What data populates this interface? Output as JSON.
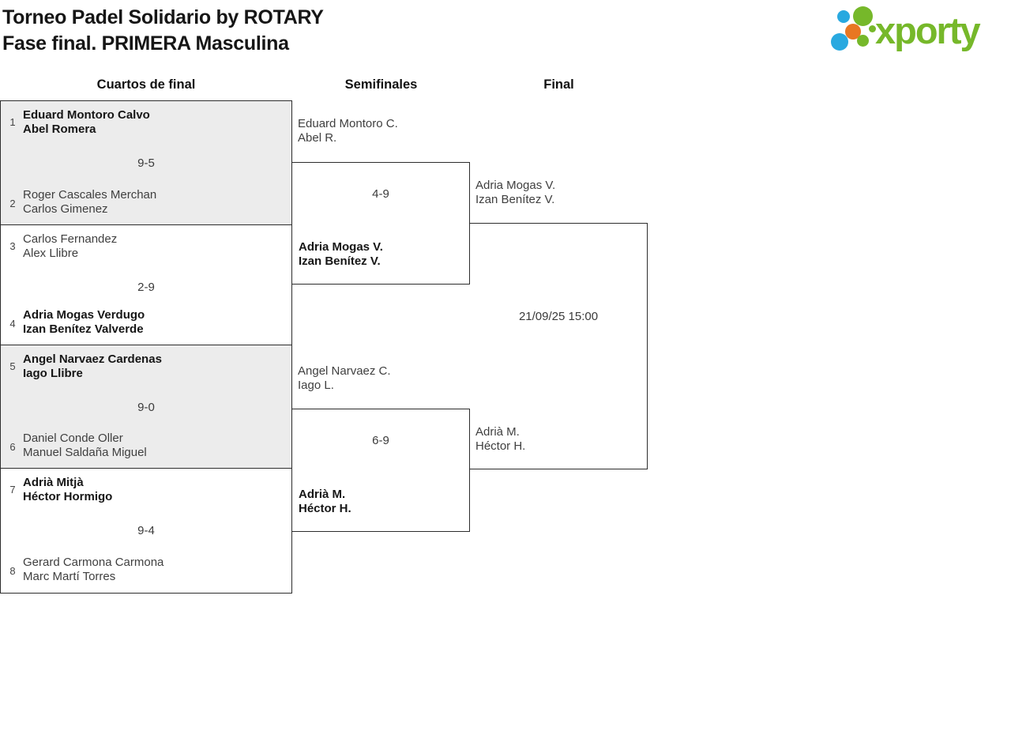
{
  "header": {
    "title_line1": "Torneo Padel Solidario by ROTARY",
    "title_line2": "Fase final. PRIMERA Masculina",
    "logo_text": "xporty"
  },
  "colors": {
    "logo_green": "#76b82a",
    "logo_blue": "#29a9e0",
    "logo_orange": "#e87722",
    "shaded_match_bg": "#ececec",
    "border": "#2d2d2d"
  },
  "round_headers": {
    "quarterfinals": "Cuartos de final",
    "semifinals": "Semifinales",
    "final": "Final"
  },
  "quarterfinals": [
    {
      "score": "9-5",
      "top": {
        "seed": "1",
        "player1": "Eduard Montoro Calvo",
        "player2": "Abel Romera",
        "winner": true
      },
      "bottom": {
        "seed": "2",
        "player1": "Roger Cascales Merchan",
        "player2": "Carlos Gimenez",
        "winner": false
      }
    },
    {
      "score": "2-9",
      "top": {
        "seed": "3",
        "player1": "Carlos Fernandez",
        "player2": "Alex Llibre",
        "winner": false
      },
      "bottom": {
        "seed": "4",
        "player1": "Adria Mogas Verdugo",
        "player2": "Izan Benítez Valverde",
        "winner": true
      }
    },
    {
      "score": "9-0",
      "top": {
        "seed": "5",
        "player1": "Angel Narvaez Cardenas",
        "player2": "Iago Llibre",
        "winner": true
      },
      "bottom": {
        "seed": "6",
        "player1": "Daniel Conde Oller",
        "player2": "Manuel Saldaña Miguel",
        "winner": false
      }
    },
    {
      "score": "9-4",
      "top": {
        "seed": "7",
        "player1": "Adrià Mitjà",
        "player2": "Héctor Hormigo",
        "winner": true
      },
      "bottom": {
        "seed": "8",
        "player1": "Gerard Carmona Carmona",
        "player2": "Marc Martí Torres",
        "winner": false
      }
    }
  ],
  "semifinals": [
    {
      "score": "4-9",
      "top": {
        "player1": "Eduard Montoro C.",
        "player2": "Abel R.",
        "winner": false
      },
      "bottom": {
        "player1": "Adria Mogas V.",
        "player2": "Izan Benítez V.",
        "winner": true
      }
    },
    {
      "score": "6-9",
      "top": {
        "player1": "Angel Narvaez C.",
        "player2": "Iago L.",
        "winner": false
      },
      "bottom": {
        "player1": "Adrià M.",
        "player2": "Héctor H.",
        "winner": true
      }
    }
  ],
  "final": {
    "datetime": "21/09/25 15:00",
    "top": {
      "player1": "Adria Mogas V.",
      "player2": "Izan Benítez V."
    },
    "bottom": {
      "player1": "Adrià M.",
      "player2": "Héctor H."
    }
  }
}
